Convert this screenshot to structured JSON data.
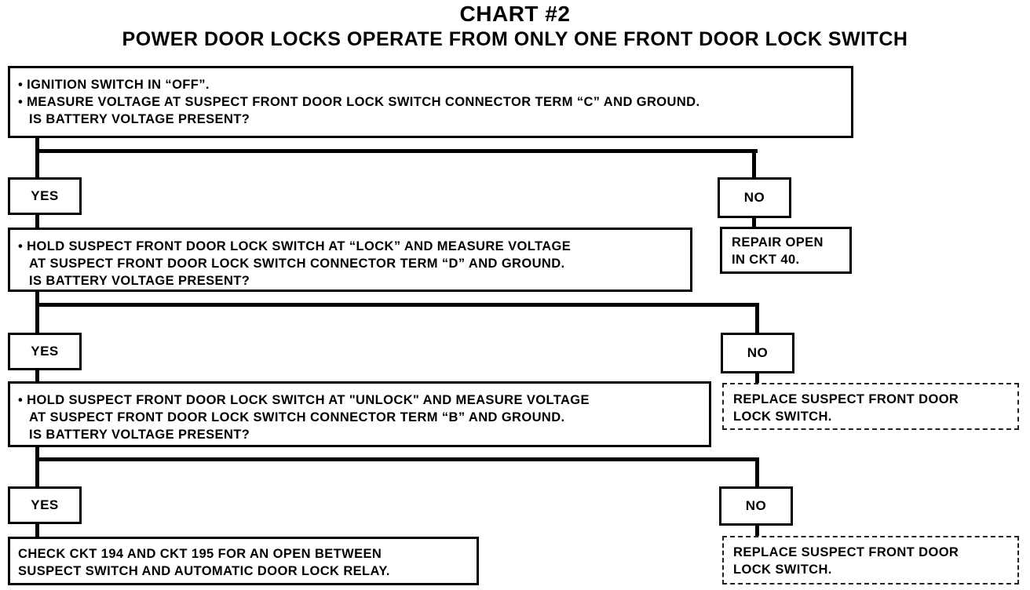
{
  "chart": {
    "title": "CHART #2",
    "subtitle": "POWER DOOR LOCKS OPERATE FROM ONLY ONE FRONT DOOR LOCK SWITCH"
  },
  "steps": [
    {
      "lines": [
        "• IGNITION SWITCH IN “OFF”.",
        "• MEASURE VOLTAGE AT SUSPECT FRONT DOOR LOCK SWITCH CONNECTOR TERM “C” AND GROUND.",
        "IS BATTERY VOLTAGE PRESENT?"
      ],
      "yes": "YES",
      "no": "NO",
      "no_action": [
        "REPAIR OPEN",
        "IN CKT 40."
      ]
    },
    {
      "lines": [
        "• HOLD SUSPECT FRONT DOOR LOCK SWITCH AT “LOCK” AND MEASURE VOLTAGE",
        "AT SUSPECT FRONT DOOR LOCK SWITCH CONNECTOR TERM “D” AND GROUND.",
        "IS BATTERY VOLTAGE PRESENT?"
      ],
      "yes": "YES",
      "no": "NO",
      "no_action": [
        "REPLACE SUSPECT FRONT DOOR",
        "LOCK SWITCH."
      ]
    },
    {
      "lines": [
        "• HOLD SUSPECT FRONT DOOR LOCK SWITCH AT \"UNLOCK\" AND MEASURE VOLTAGE",
        "AT SUSPECT FRONT DOOR LOCK SWITCH CONNECTOR TERM “B” AND GROUND.",
        "IS BATTERY VOLTAGE PRESENT?"
      ],
      "yes": "YES",
      "no": "NO",
      "no_action": [
        "REPLACE SUSPECT FRONT DOOR",
        "LOCK SWITCH."
      ]
    }
  ],
  "final_action": [
    "CHECK CKT 194 AND CKT 195 FOR AN OPEN BETWEEN",
    "SUSPECT SWITCH AND AUTOMATIC DOOR LOCK RELAY."
  ]
}
